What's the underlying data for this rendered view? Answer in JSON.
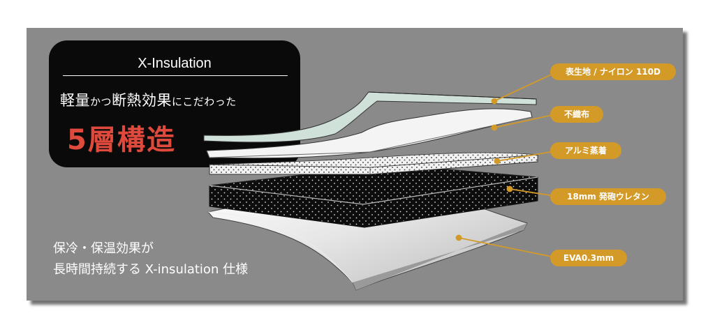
{
  "header": {
    "brand": "X-Insulation",
    "tagline_part1": "軽量",
    "tagline_part2": "かつ",
    "tagline_part3": "断熱効果",
    "tagline_part4": "にこだわった",
    "headline": "5層構造"
  },
  "description": {
    "line1": "保冷・保温効果が",
    "line2": "長時間持続する X-insulation 仕様"
  },
  "layers": [
    {
      "label": "表生地 / ナイロン 110D"
    },
    {
      "label": "不織布"
    },
    {
      "label": "アルミ蒸着"
    },
    {
      "label": "18mm 発砲ウレタン"
    },
    {
      "label": "EVA0.3mm"
    }
  ],
  "colors": {
    "background": "#8a8a8a",
    "title_box": "#0a0a0a",
    "accent_red": "#e04a3c",
    "label_gold": "#d39a28"
  }
}
